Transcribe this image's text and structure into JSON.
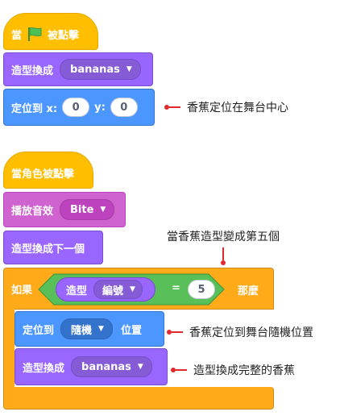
{
  "script1": {
    "when_flag_prefix": "當",
    "when_flag_suffix": "被點擊",
    "switch_costume_label": "造型換成",
    "switch_costume_value": "bananas",
    "goto_label": "定位到 x:",
    "goto_x": "0",
    "goto_y_label": "y:",
    "goto_y": "0"
  },
  "script2": {
    "when_clicked": "當角色被點擊",
    "play_sound_label": "播放音效",
    "play_sound_value": "Bite",
    "next_costume": "造型換成下一個",
    "if_label": "如果",
    "costume_reporter": "造型",
    "costume_dropdown": "編號",
    "equals": "=",
    "compare_value": "5",
    "then_label": "那麼",
    "goto_random_label": "定位到",
    "goto_random_value": "隨機",
    "goto_random_suffix": "位置",
    "switch_costume_label": "造型換成",
    "switch_costume_value": "bananas"
  },
  "annotations": {
    "center": "香蕉定位在舞台中心",
    "fifth_costume": "當香蕉造型變成第五個",
    "random": "香蕉定位到舞台隨機位置",
    "complete": "造型換成完整的香蕉"
  },
  "colors": {
    "events": "#FFBF00",
    "looks": "#9966FF",
    "motion": "#4C97FF",
    "control": "#FFAB19",
    "sound": "#CF63CF",
    "operators": "#59C059",
    "annotation_red": "#E0292E"
  },
  "icons": {
    "green_flag": "green-flag-icon",
    "dropdown": "dropdown-arrow-icon"
  }
}
